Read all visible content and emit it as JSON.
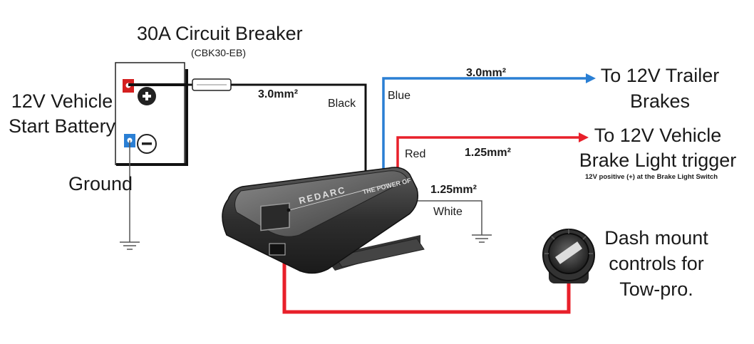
{
  "breaker": {
    "title": "30A Circuit Breaker",
    "code": "(CBK30-EB)"
  },
  "battery": {
    "line1": "12V Vehicle",
    "line2": "Start Battery",
    "positive_symbol": "+",
    "negative_symbol": "−"
  },
  "ground_label": "Ground",
  "wires": {
    "black": {
      "color_label": "Black",
      "size": "3.0mm²"
    },
    "blue": {
      "color_label": "Blue",
      "size": "3.0mm²"
    },
    "red": {
      "color_label": "Red",
      "size": "1.25mm²"
    },
    "white": {
      "color_label": "White",
      "size": "1.25mm²"
    }
  },
  "destinations": {
    "trailer": {
      "line1": "To 12V Trailer",
      "line2": "Brakes"
    },
    "brake_light": {
      "line1": "To 12V Vehicle",
      "line2": "Brake Light trigger",
      "note": "12V positive (+) at the Brake Light Switch"
    }
  },
  "controller": {
    "brand": "REDARC",
    "tagline": "THE POWER OF"
  },
  "dash": {
    "line1": "Dash mount",
    "line2": "controls for",
    "line3": "Tow-pro."
  },
  "colors": {
    "black_wire": "#111111",
    "blue_wire": "#2a7fd4",
    "red_wire": "#e8202a",
    "white_wire": "#555555",
    "battery_pos": "#d42020",
    "battery_neg": "#2a7fd4"
  }
}
